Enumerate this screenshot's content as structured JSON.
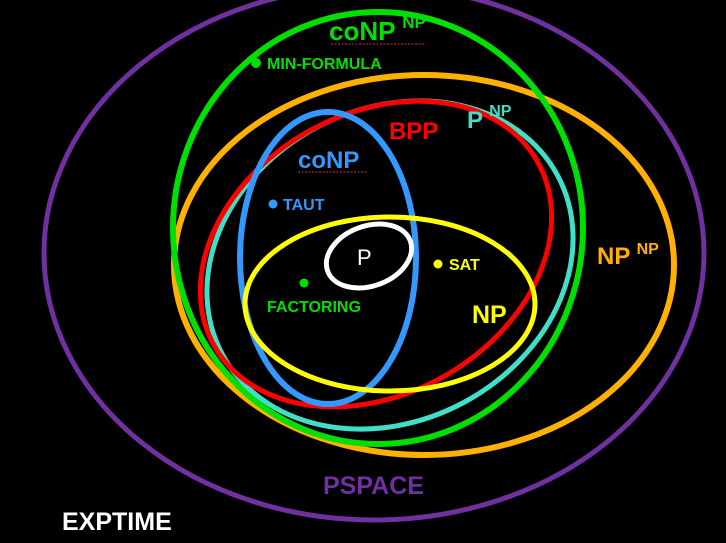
{
  "classes": {
    "exptime": {
      "label": "EXPTIME",
      "color": "#ffffff"
    },
    "pspace": {
      "label": "PSPACE",
      "color": "#7030a0"
    },
    "conp_np": {
      "label": "coNP",
      "sup": "NP",
      "color": "#00e000"
    },
    "np_np": {
      "label": "NP",
      "sup": "NP",
      "color": "#ffb000"
    },
    "p_np": {
      "label": "P",
      "sup": "NP",
      "color": "#40e0c8"
    },
    "bpp": {
      "label": "BPP",
      "color": "#ff0000"
    },
    "conp": {
      "label": "coNP",
      "color": "#3399ff"
    },
    "np": {
      "label": "NP",
      "color": "#ffff00"
    },
    "p": {
      "label": "P",
      "color": "#ffffff"
    }
  },
  "problems": {
    "min_formula": {
      "label": "MIN-FORMULA",
      "color": "#00e000"
    },
    "taut": {
      "label": "TAUT",
      "color": "#3399ff"
    },
    "sat": {
      "label": "SAT",
      "color": "#ffff00"
    },
    "factoring": {
      "label": "FACTORING",
      "color": "#00e000"
    }
  }
}
